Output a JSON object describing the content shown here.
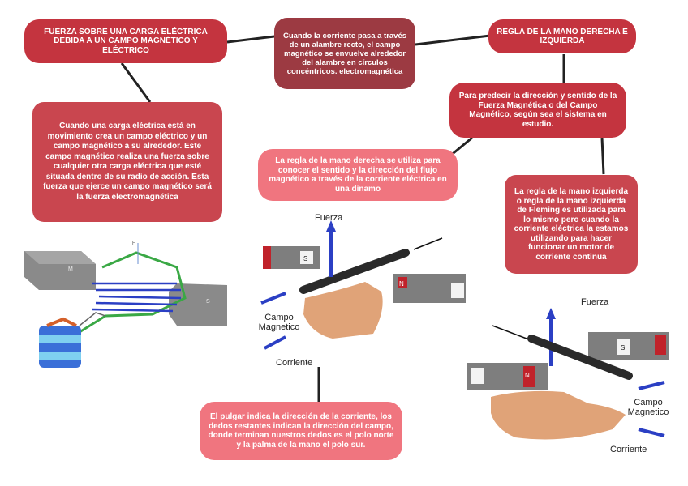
{
  "nodes": {
    "title_left": "FUERZA SOBRE UNA CARGA ELÉCTRICA DEBIDA A UN CAMPO MAGNÉTICO Y ELÉCTRICO",
    "center_top": "Cuando la corriente pasa a través de un alambre recto, el campo magnético se envuelve alrededor del alambre en círculos concéntricos. electromagnética",
    "title_right": "REGLA DE LA MANO DERECHA E IZQUIERDA",
    "left_desc": "Cuando una carga eléctrica está en movimiento crea un campo eléctrico y un campo magnético a su alrededor. Este campo magnético realiza una fuerza sobre cualquier otra carga eléctrica que esté situada dentro de su radio de acción. Esta fuerza que ejerce un campo magnético será la fuerza electromagnética",
    "right_desc": "Para predecir la dirección y sentido de la Fuerza Magnética o del Campo Magnético, según sea el sistema en estudio.",
    "right_hand_rule": "La regla de la mano derecha se utiliza para conocer el sentido y la dirección del flujo magnético a través de la corriente eléctrica en una dinamo",
    "left_hand_rule": "La regla de la mano izquierda o regla de la mano izquierda de Fleming es utilizada para lo mismo pero cuando la corriente eléctrica la estamos utilizando para hacer funcionar un motor de corriente continua",
    "thumb_desc": "El pulgar indica la dirección de la corriente, los dedos restantes indican la dirección del campo, donde terminan nuestros dedos es el polo norte y la palma de la mano el polo sur."
  },
  "illustration_left": {
    "magnet_left": "M",
    "magnet_right": "S",
    "force_label": "F"
  },
  "illustration_center": {
    "fuerza": "Fuerza",
    "campo": "Campo\nMagnetico",
    "corriente": "Corriente",
    "pole_s": "S",
    "pole_n": "N"
  },
  "illustration_right": {
    "fuerza": "Fuerza",
    "campo": "Campo\nMagnetico",
    "corriente": "Corriente",
    "pole_s": "S",
    "pole_n": "N"
  },
  "colors": {
    "dark_red": "#c4343f",
    "maroon": "#9c3a42",
    "pink": "#f0757f",
    "connector": "#111111",
    "arrow_blue": "#2b3fc4"
  }
}
